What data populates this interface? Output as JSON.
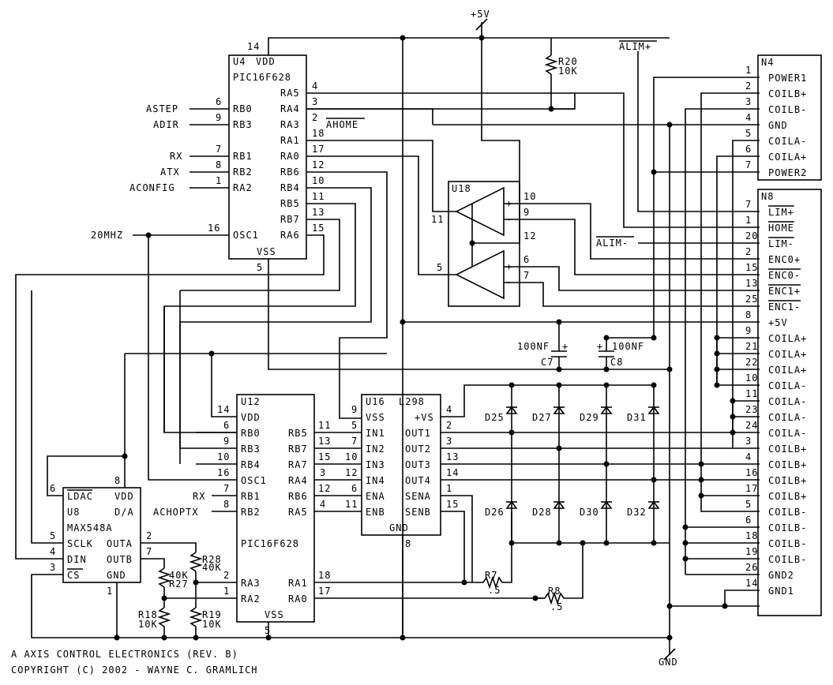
{
  "title_line1": "A AXIS CONTROL ELECTRONICS (REV. B)",
  "title_line2": "COPYRIGHT (C) 2002 - WAYNE C. GRAMLICH",
  "supply": "+5V",
  "ground": "GND",
  "u4": {
    "name": "U4",
    "part": "PIC16F628",
    "vdd": "VDD",
    "vss": "VSS",
    "vdd_pin": "14",
    "vss_pin": "5",
    "left_pins": [
      {
        "pin": "6",
        "name": "RB0",
        "net": "ASTEP"
      },
      {
        "pin": "9",
        "name": "RB3",
        "net": "ADIR"
      },
      {
        "pin": "7",
        "name": "RB1",
        "net": "RX"
      },
      {
        "pin": "8",
        "name": "RB2",
        "net": "ATX"
      },
      {
        "pin": "1",
        "name": "RA2",
        "net": "ACONFIG"
      },
      {
        "pin": "16",
        "name": "OSC1",
        "net": "20MHZ"
      }
    ],
    "right_pins": [
      {
        "pin": "4",
        "name": "RA5"
      },
      {
        "pin": "3",
        "name": "RA4"
      },
      {
        "pin": "2",
        "name": "RA3",
        "net": "AHOME"
      },
      {
        "pin": "18",
        "name": "RA1"
      },
      {
        "pin": "17",
        "name": "RA0"
      },
      {
        "pin": "12",
        "name": "RB6"
      },
      {
        "pin": "10",
        "name": "RB4"
      },
      {
        "pin": "11",
        "name": "RB5"
      },
      {
        "pin": "13",
        "name": "RB7"
      },
      {
        "pin": "15",
        "name": "RA6"
      }
    ]
  },
  "u18": {
    "name": "U18",
    "pins": [
      "10",
      "9",
      "11",
      "12",
      "5",
      "6",
      "7"
    ],
    "plus": "+",
    "minus": "-"
  },
  "u12": {
    "name": "U12",
    "part": "PIC16F628",
    "vdd": "VDD",
    "vss": "VSS",
    "vdd_pin": "14",
    "vss_pin": "5",
    "left_pins": [
      {
        "pin": "6",
        "name": "RB0"
      },
      {
        "pin": "9",
        "name": "RB3"
      },
      {
        "pin": "10",
        "name": "RB4"
      },
      {
        "pin": "16",
        "name": "OSC1"
      },
      {
        "pin": "7",
        "name": "RB1",
        "net": "RX"
      },
      {
        "pin": "8",
        "name": "RB2",
        "net": "ACHOPTX"
      },
      {
        "pin": "2",
        "name": "RA3"
      },
      {
        "pin": "1",
        "name": "RA2"
      }
    ],
    "right_pins": [
      {
        "pin": "11",
        "name": "RB5"
      },
      {
        "pin": "13",
        "name": "RB7"
      },
      {
        "pin": "15",
        "name": "RA7"
      },
      {
        "pin": "3",
        "name": "RA4"
      },
      {
        "pin": "12",
        "name": "RB6"
      },
      {
        "pin": "4",
        "name": "RA5"
      },
      {
        "pin": "18",
        "name": "RA1"
      },
      {
        "pin": "17",
        "name": "RA0"
      }
    ]
  },
  "u16": {
    "name": "U16",
    "part": "L298",
    "gnd": "GND",
    "gnd_pin": "8",
    "left_pins": [
      {
        "pin": "9",
        "name": "VSS"
      },
      {
        "pin": "5",
        "name": "IN1"
      },
      {
        "pin": "7",
        "name": "IN2"
      },
      {
        "pin": "10",
        "name": "IN3"
      },
      {
        "pin": "12",
        "name": "IN4"
      },
      {
        "pin": "6",
        "name": "ENA"
      },
      {
        "pin": "11",
        "name": "ENB"
      }
    ],
    "right_pins": [
      {
        "pin": "4",
        "name": "+VS"
      },
      {
        "pin": "2",
        "name": "OUT1"
      },
      {
        "pin": "3",
        "name": "OUT2"
      },
      {
        "pin": "13",
        "name": "OUT3"
      },
      {
        "pin": "14",
        "name": "OUT4"
      },
      {
        "pin": "1",
        "name": "SENA"
      },
      {
        "pin": "15",
        "name": "SENB"
      }
    ]
  },
  "u8": {
    "name": "U8",
    "part": "MAX548A",
    "left": [
      "LDAC",
      "SCLK",
      "DIN",
      "CS"
    ],
    "left_pins": [
      "6",
      "5",
      "4",
      "3"
    ],
    "right": [
      "VDD",
      "OUTA",
      "OUTB",
      "GND"
    ],
    "right_pins": [
      "8",
      "2",
      "7",
      "1"
    ],
    "da": "D/A"
  },
  "resistors": {
    "r20": {
      "name": "R20",
      "value": "10K"
    },
    "r28": {
      "name": "R28",
      "value": "40K"
    },
    "r27": {
      "name": "R27",
      "value": "40K"
    },
    "r18": {
      "name": "R18",
      "value": "10K"
    },
    "r19": {
      "name": "R19",
      "value": "10K"
    },
    "r7": {
      "name": "R7",
      "value": ".5"
    },
    "r8": {
      "name": "R8",
      "value": ".5"
    }
  },
  "caps": {
    "c7": {
      "name": "C7",
      "value": "100NF"
    },
    "c8": {
      "name": "C8",
      "value": "100NF"
    }
  },
  "diodes": [
    "D25",
    "D27",
    "D29",
    "D31",
    "D26",
    "D28",
    "D30",
    "D32"
  ],
  "alim_plus": "ALIM+",
  "alim_minus": "ALIM-",
  "n4": {
    "name": "N4",
    "pins": [
      {
        "pin": "1",
        "name": "POWER1"
      },
      {
        "pin": "2",
        "name": "COILB+"
      },
      {
        "pin": "3",
        "name": "COILB-"
      },
      {
        "pin": "4",
        "name": "GND"
      },
      {
        "pin": "5",
        "name": "COILA-"
      },
      {
        "pin": "6",
        "name": "COILA+"
      },
      {
        "pin": "7",
        "name": "POWER2"
      }
    ]
  },
  "n8": {
    "name": "N8",
    "pins": [
      {
        "pin": "7",
        "name": "LIM+"
      },
      {
        "pin": "1",
        "name": "HOME"
      },
      {
        "pin": "20",
        "name": "LIM-"
      },
      {
        "pin": "2",
        "name": "ENC0+"
      },
      {
        "pin": "15",
        "name": "ENC0-"
      },
      {
        "pin": "13",
        "name": "ENC1+"
      },
      {
        "pin": "25",
        "name": "ENC1-"
      },
      {
        "pin": "8",
        "name": "+5V"
      },
      {
        "pin": "9",
        "name": "COILA+"
      },
      {
        "pin": "21",
        "name": "COILA+"
      },
      {
        "pin": "22",
        "name": "COILA+"
      },
      {
        "pin": "10",
        "name": "COILA-"
      },
      {
        "pin": "11",
        "name": "COILA-"
      },
      {
        "pin": "23",
        "name": "COILA-"
      },
      {
        "pin": "24",
        "name": "COILA-"
      },
      {
        "pin": "3",
        "name": "COILB+"
      },
      {
        "pin": "4",
        "name": "COILB+"
      },
      {
        "pin": "16",
        "name": "COILB+"
      },
      {
        "pin": "17",
        "name": "COILB+"
      },
      {
        "pin": "5",
        "name": "COILB-"
      },
      {
        "pin": "6",
        "name": "COILB-"
      },
      {
        "pin": "18",
        "name": "COILB-"
      },
      {
        "pin": "19",
        "name": "COILB-"
      },
      {
        "pin": "26",
        "name": "GND2"
      },
      {
        "pin": "14",
        "name": "GND1"
      }
    ]
  }
}
